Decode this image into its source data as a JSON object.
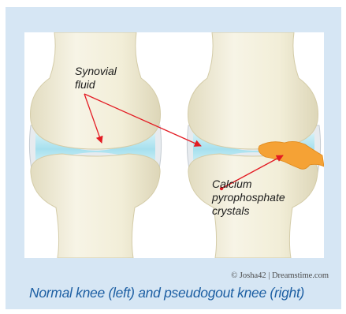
{
  "labels": {
    "synovial_fluid": "Synovial\nfluid",
    "crystals": "Calcium\npyrophosphate\ncrystals"
  },
  "credit": "© Josha42 | Dreamstime.com",
  "caption": "Normal knee (left) and pseudogout knee (right)",
  "colors": {
    "background": "#d6e6f4",
    "panel": "#ffffff",
    "bone": "#f3f0dd",
    "fluid": "#b8e8f2",
    "crystals": "#f5a235",
    "pointer": "#e31b23",
    "caption": "#1d5fa3"
  }
}
